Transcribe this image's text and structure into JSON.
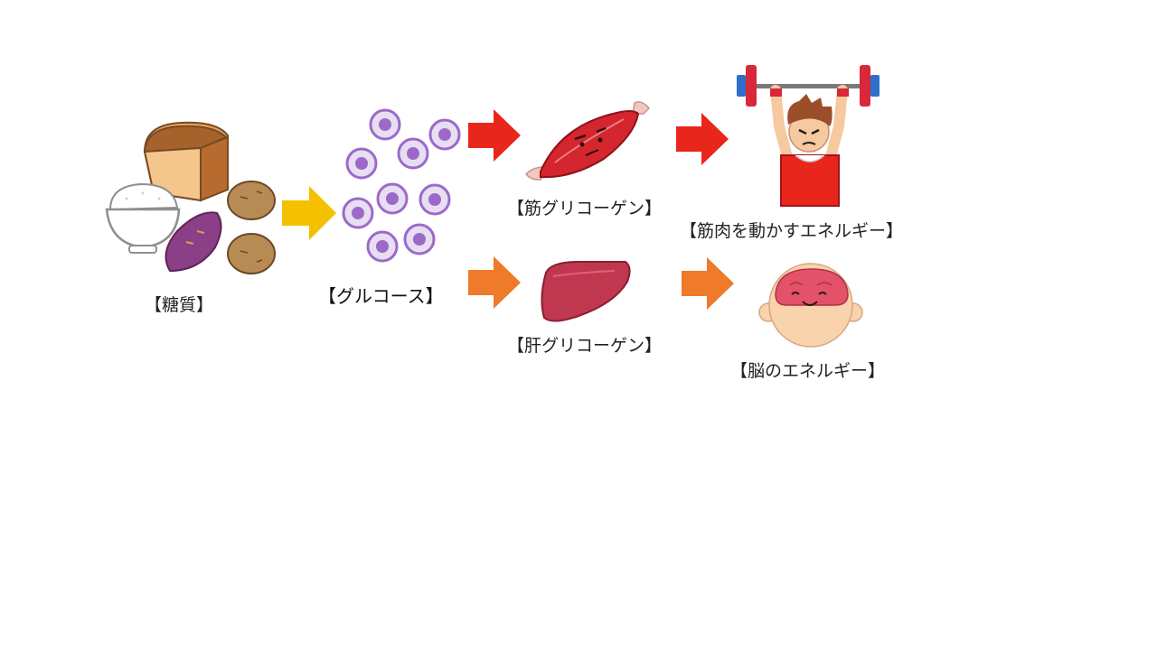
{
  "labels": {
    "sugar": "【糖質】",
    "glucose": "【グルコース】",
    "muscle_glycogen": "【筋グリコーゲン】",
    "liver_glycogen": "【肝グリコーゲン】",
    "muscle_energy": "【筋肉を動かすエネルギー】",
    "brain_energy": "【脳のエネルギー】"
  },
  "colors": {
    "yellow_arrow": "#f5c000",
    "red_arrow": "#e8261c",
    "orange_arrow": "#ee7a2a",
    "molecule": "#9b6ac9",
    "muscle": "#d3262e",
    "liver": "#c0384f",
    "sweet_potato": "#8a3f86",
    "bread": "#c27c3e"
  }
}
